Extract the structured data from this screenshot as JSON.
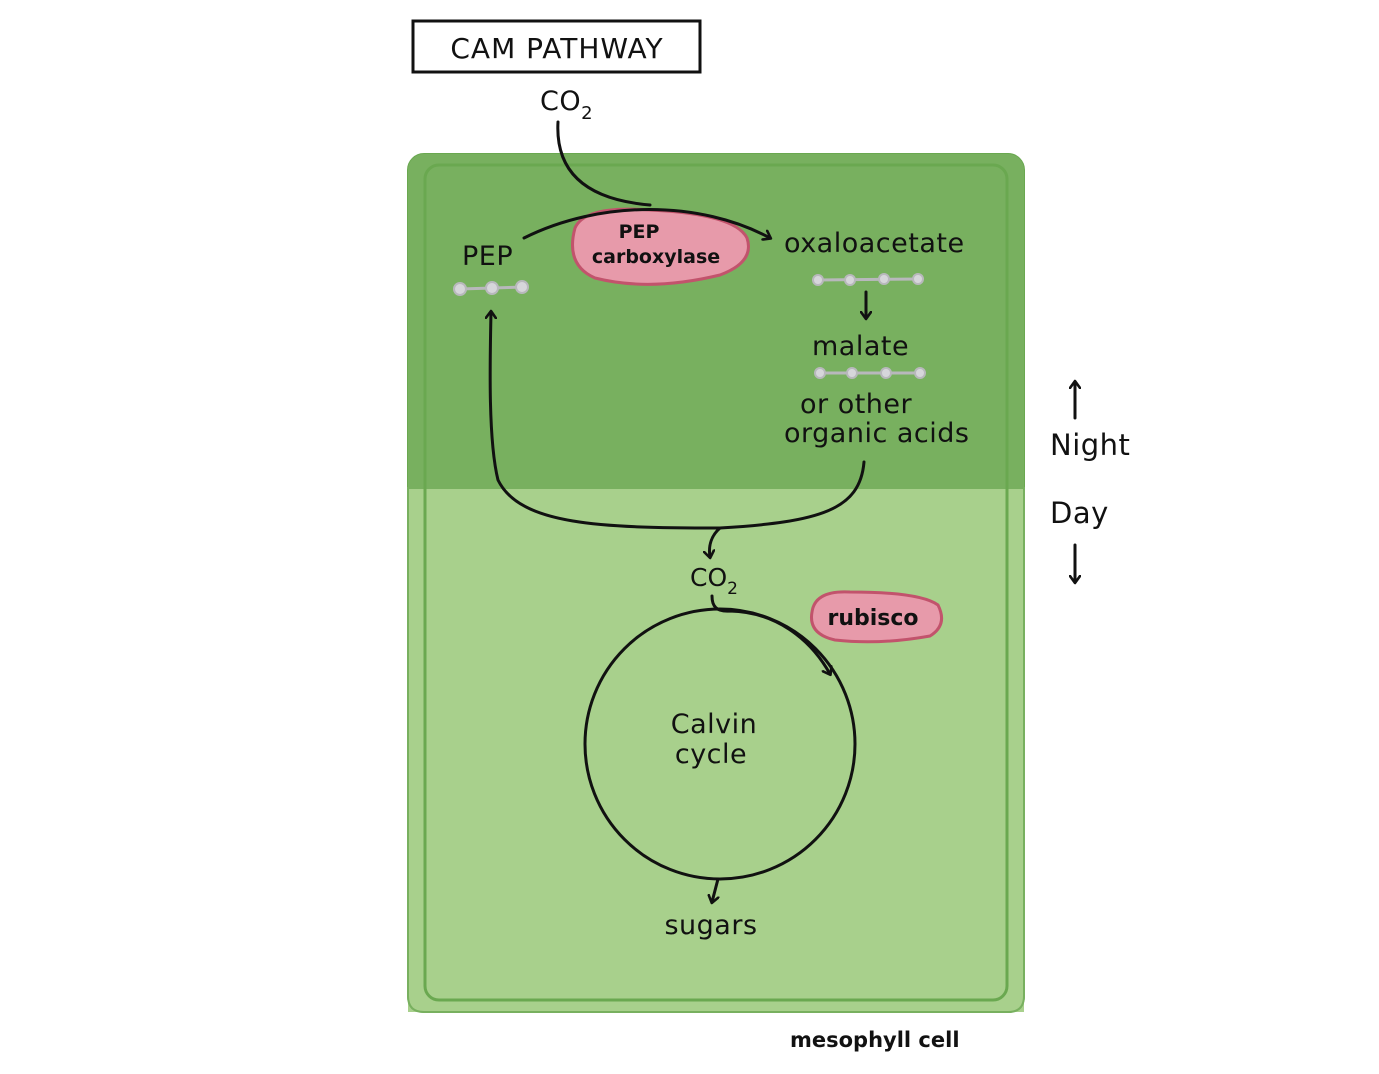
{
  "title": "CAM PATHWAY",
  "inputs": {
    "co2_top": "CO",
    "co2_sub": "2",
    "co2_mid": "CO",
    "co2_mid_sub": "2"
  },
  "molecules": {
    "pep": "PEP",
    "oxaloacetate": "oxaloacetate",
    "malate": "malate",
    "organic_line1": "or other",
    "organic_line2": "organic acids",
    "sugars": "sugars"
  },
  "enzymes": {
    "pep_carboxylase_line1": "PEP",
    "pep_carboxylase_line2": "carboxylase",
    "rubisco": "rubisco"
  },
  "cycle": {
    "line1": "Calvin",
    "line2": "cycle"
  },
  "phases": {
    "night": "Night",
    "day": "Day"
  },
  "cell_label": "mesophyll cell",
  "colors": {
    "night_fill": "#78b05f",
    "day_fill": "#a8d08c",
    "cell_border": "#6aa850",
    "enzyme_fill": "#e79aaa",
    "enzyme_border": "#c2536c",
    "dot_color": "#b8b8bc"
  }
}
